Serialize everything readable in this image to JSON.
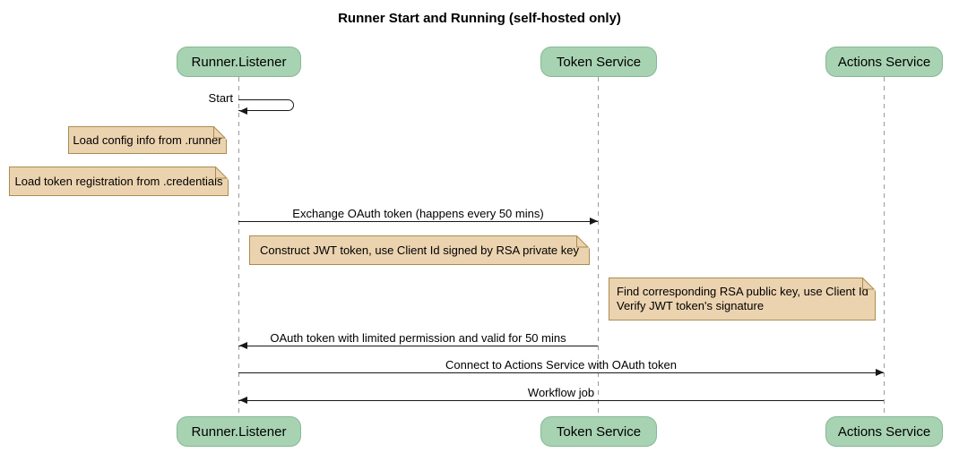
{
  "diagram": {
    "type": "sequence",
    "title": "Runner Start and Running (self-hosted only)"
  },
  "participants": [
    {
      "name": "Runner.Listener"
    },
    {
      "name": "Token Service"
    },
    {
      "name": "Actions Service"
    }
  ],
  "messages": [
    {
      "label": "Start",
      "from": "Runner.Listener",
      "to": "Runner.Listener",
      "kind": "self"
    },
    {
      "label": "Exchange OAuth token (happens every 50 mins)",
      "from": "Runner.Listener",
      "to": "Token Service",
      "kind": "solid-arrow"
    },
    {
      "label": "OAuth token with limited permission and valid for 50 mins",
      "from": "Token Service",
      "to": "Runner.Listener",
      "kind": "solid-arrow"
    },
    {
      "label": "Connect to Actions Service with OAuth token",
      "from": "Runner.Listener",
      "to": "Actions Service",
      "kind": "solid-arrow"
    },
    {
      "label": "Workflow job",
      "from": "Actions Service",
      "to": "Runner.Listener",
      "kind": "solid-arrow"
    }
  ],
  "notes": [
    {
      "text": "Load config info from .runner",
      "placement": "left of Runner.Listener"
    },
    {
      "text": "Load token registration from .credentials",
      "placement": "left of Runner.Listener"
    },
    {
      "text": "Construct JWT token, use Client Id signed by RSA private key",
      "placement": "over Runner.Listener"
    },
    {
      "text": "Find corresponding RSA public key, use Client Id\nVerify JWT token's signature",
      "placement": "over Token Service and Actions Service"
    }
  ],
  "colors": {
    "participant_fill": "#a8d3b2",
    "participant_border": "#87b795",
    "note_fill": "#ecd3b0",
    "note_border": "#aa8c50",
    "lifeline": "#9a9a9a",
    "arrow": "#181818",
    "background": "#ffffff",
    "text": "#000000"
  }
}
